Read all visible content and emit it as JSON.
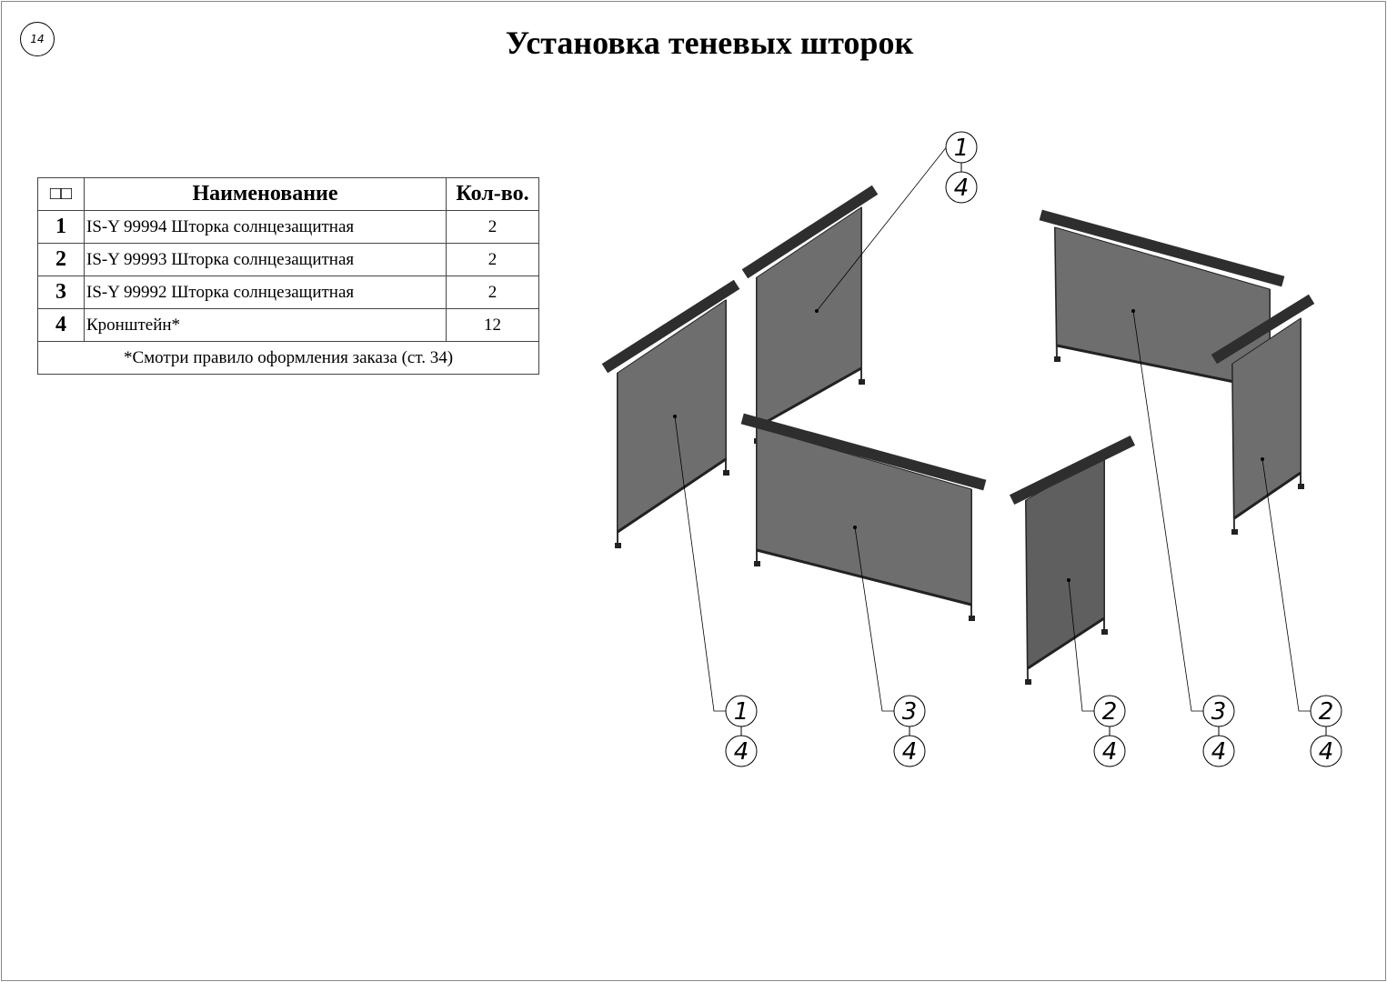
{
  "page_number": "14",
  "title": "Установка теневых шторок",
  "table": {
    "headers": {
      "pos": "□□",
      "name": "Наименование",
      "qty": "Кол-во."
    },
    "rows": [
      {
        "pos": "1",
        "name": "IS-Y 99994 Шторка солнцезащитная",
        "qty": "2"
      },
      {
        "pos": "2",
        "name": "IS-Y 99993 Шторка солнцезащитная",
        "qty": "2"
      },
      {
        "pos": "3",
        "name": "IS-Y 99992 Шторка солнцезащитная",
        "qty": "2"
      },
      {
        "pos": "4",
        "name": "Кронштейн*",
        "qty": "12"
      }
    ],
    "note": "*Смотри правило оформления заказа (ст. 34)"
  },
  "callouts": [
    {
      "top": "1",
      "bottom": "4"
    },
    {
      "top": "1",
      "bottom": "4"
    },
    {
      "top": "3",
      "bottom": "4"
    },
    {
      "top": "2",
      "bottom": "4"
    },
    {
      "top": "3",
      "bottom": "4"
    },
    {
      "top": "2",
      "bottom": "4"
    }
  ],
  "colors": {
    "fabric": "#6e6e6e",
    "fabric_dark": "#5f5f5f",
    "cassette": "#2e2e2e"
  }
}
